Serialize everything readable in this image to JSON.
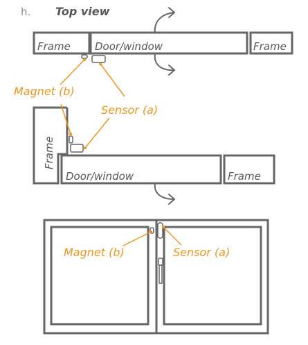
{
  "step_letter": "h.",
  "title": "Top view",
  "section1": {
    "frame_left": "Frame",
    "door_window": "Door/window",
    "frame_right": "Frame",
    "magnet": "Magnet (b)",
    "sensor": "Sensor (a)"
  },
  "section2": {
    "frame_vertical": "Frame",
    "door_window": "Door/window",
    "frame_right": "Frame"
  },
  "section3": {
    "magnet": "Magnet (b)",
    "sensor": "Sensor (a)"
  },
  "colors": {
    "outline": "#666666",
    "label": "#58585a",
    "accent": "#f0961e"
  }
}
